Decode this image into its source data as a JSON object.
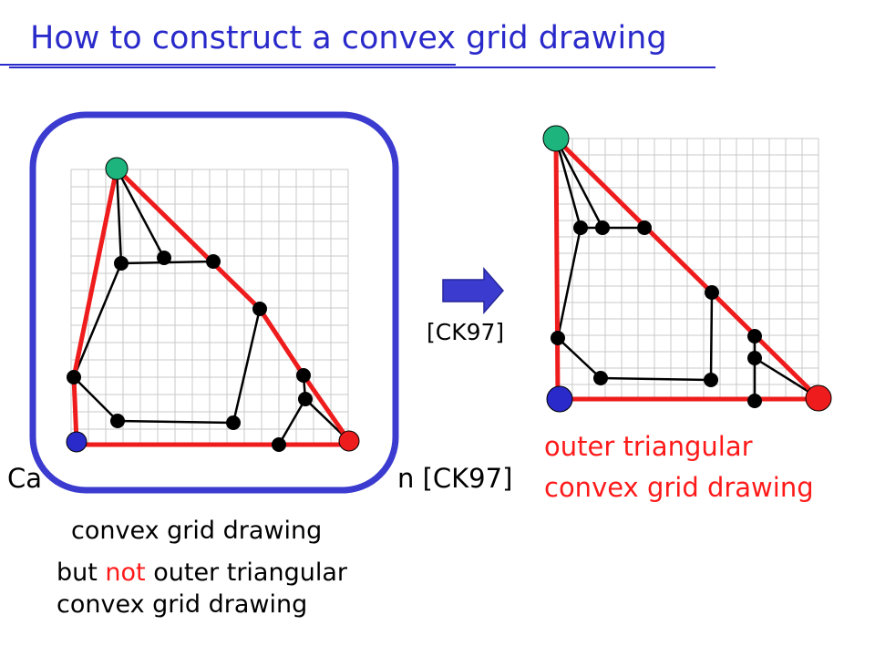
{
  "title": "How to construct a convex grid drawing",
  "colors": {
    "title": "#2a2acb",
    "grid": "#c8c8c8",
    "outer_edge": "#ee1c1c",
    "inner_edge": "#000000",
    "frame": "#3b3bd0",
    "arrow": "#3b3bd0",
    "top_vertex": "#1db57d",
    "left_vertex": "#2a2acb",
    "right_vertex": "#ee1c1c",
    "inner_vertex": "#000000",
    "highlight_text": "#ff1a1a"
  },
  "arrow": {
    "label": "[CK97]",
    "icon": "right-arrow-icon"
  },
  "left_panel": {
    "caption_visible": "Ca",
    "caption_cite": "n [CK97]",
    "line1": "convex grid drawing",
    "line2_pre": "but ",
    "line2_highlight": "not",
    "line2_post": " outer triangular",
    "line3": "convex grid drawing"
  },
  "right_panel": {
    "line1": "outer triangular",
    "line2": "convex grid drawing"
  }
}
